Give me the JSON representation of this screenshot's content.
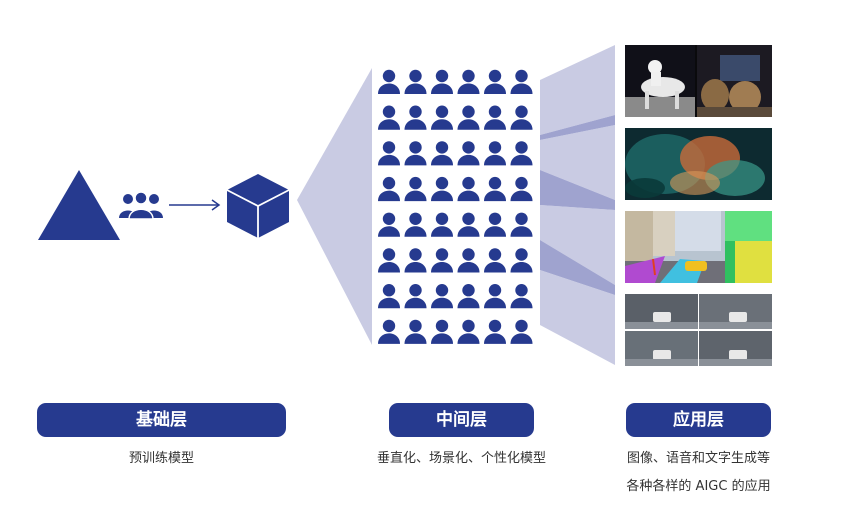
{
  "colors": {
    "primary": "#263a8f",
    "funnel": "#c9cbe3",
    "funnel_dark": "#9fa3cf",
    "text": "#333333"
  },
  "icons": {
    "base_shape": "triangle-icon",
    "users": "users-group-icon",
    "arrow": "arrow-right-icon",
    "model": "cube-icon",
    "person": "person-icon"
  },
  "layers": [
    {
      "label": "基础层",
      "caption_lines": [
        "预训练模型"
      ]
    },
    {
      "label": "中间层",
      "caption_lines": [
        "垂直化、场景化、个性化模型"
      ]
    },
    {
      "label": "应用层",
      "caption_lines": [
        "图像、语音和文字生成等",
        "各种各样的 AIGC 的应用"
      ]
    }
  ],
  "person_grid": {
    "rows": 8,
    "cols": 6
  },
  "app_images": [
    {
      "name": "astronaut-horse-image"
    },
    {
      "name": "abstract-art-image"
    },
    {
      "name": "street-scene-image"
    },
    {
      "name": "driving-scenes-image"
    }
  ]
}
